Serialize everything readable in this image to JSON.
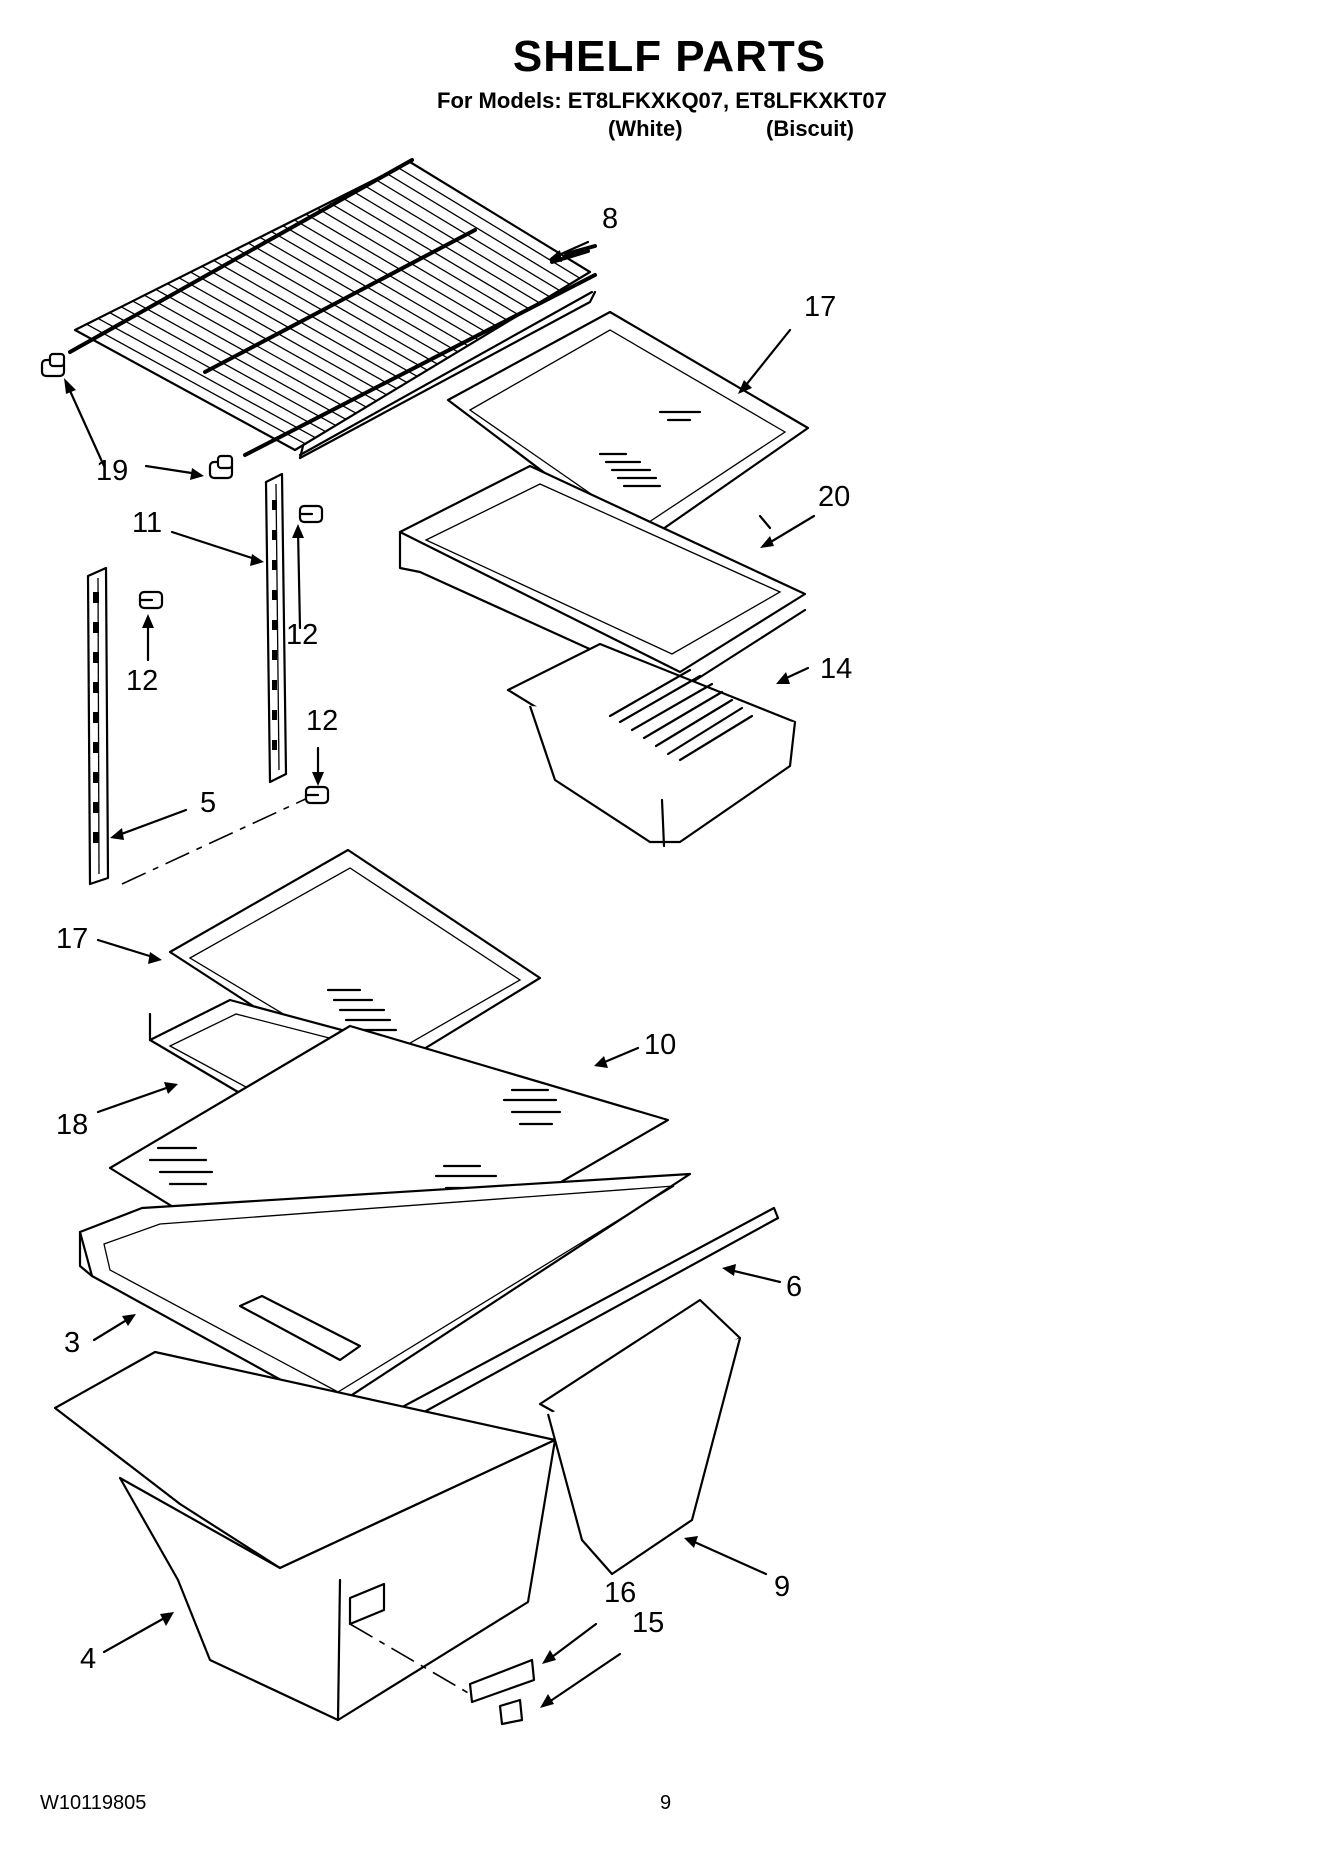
{
  "header": {
    "title": "SHELF PARTS",
    "models_line": "For Models: ET8LFKXKQ07, ET8LFKXKT07",
    "color_1": "(White)",
    "color_2": "(Biscuit)"
  },
  "callouts": {
    "c8": "8",
    "c17_top": "17",
    "c19": "19",
    "c11": "11",
    "c20": "20",
    "c12_a": "12",
    "c12_b": "12",
    "c12_c": "12",
    "c14": "14",
    "c5": "5",
    "c17_mid": "17",
    "c10": "10",
    "c18": "18",
    "c6": "6",
    "c3": "3",
    "c9": "9",
    "c16": "16",
    "c15": "15",
    "c4": "4"
  },
  "footer": {
    "doc_number": "W10119805",
    "page_number": "9"
  }
}
